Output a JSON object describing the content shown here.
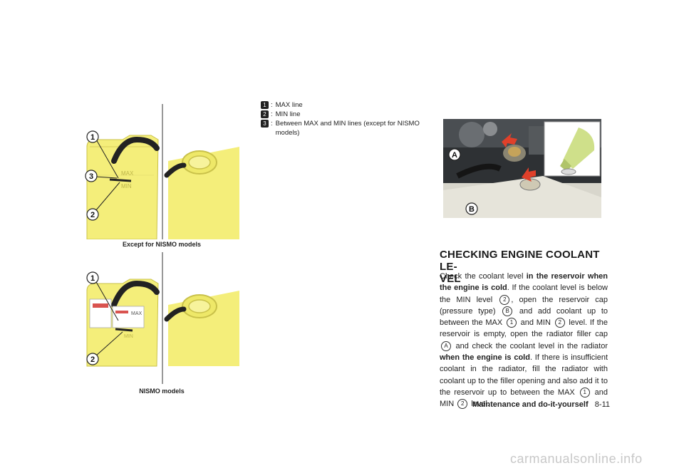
{
  "figures": {
    "left_top": {
      "caption": "Except for NISMO models",
      "labels": [
        "1",
        "3",
        "2"
      ],
      "tank_text": [
        "MAX",
        "MIN"
      ]
    },
    "left_bottom": {
      "caption": "NISMO models",
      "labels": [
        "1",
        "2"
      ],
      "tank_text": [
        "MAX",
        "MIN"
      ]
    },
    "engine_photo": {
      "labels": [
        "A",
        "B"
      ]
    }
  },
  "callouts": [
    {
      "num": "1",
      "text": "MAX line"
    },
    {
      "num": "2",
      "text": "MIN line"
    },
    {
      "num": "3",
      "text": "Between MAX and MIN lines (except for NISMO models)"
    }
  ],
  "section": {
    "title": "CHECKING ENGINE COOLANT LE-\nVEL",
    "title_line1": "CHECKING ENGINE COOLANT LE-",
    "title_line2": "VEL",
    "p": {
      "a1": "Check the coolant level ",
      "b1": "in the reservoir when the engine is cold",
      "a2": ". If the coolant level is below the MIN level ",
      "n2a": "2",
      "a3": ", open the reservoir cap (pressure type) ",
      "lB": "B",
      "a4": " and add coolant up to between the MAX ",
      "n1a": "1",
      "a5": " and MIN ",
      "n2b": "2",
      "a6": " level. If the reservoir is empty, open the radiator filler cap ",
      "lA": "A",
      "a7": " and check the coolant level in the radiator ",
      "b2": "when the engine is cold",
      "a8": ". If there is insufficient coolant in the radiator, fill the radiator with coolant up to the filler opening and also add it to the reservoir up to between the MAX ",
      "n1b": "1",
      "a9": " and MIN ",
      "n2c": "2",
      "a10": " level."
    }
  },
  "footer": {
    "chapter": "Maintenance and do-it-yourself",
    "page": "8-11"
  },
  "watermark": "carmanualsonline.info",
  "colors": {
    "tank_yellow": "#f4ee7a",
    "tank_shadow": "#d9d25a",
    "arrow_red": "#e0402a"
  }
}
